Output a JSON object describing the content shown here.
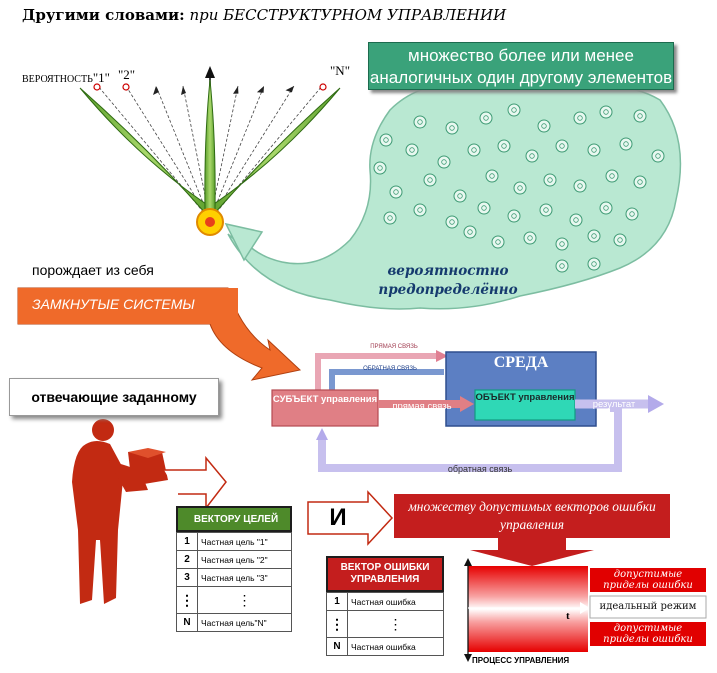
{
  "header": {
    "title_bold": "Другими словами:",
    "title_italic": "при БЕССТРУКТУРНОМ УПРАВЛЕНИИ"
  },
  "fan": {
    "probability_label": "ВЕРОЯТНОСТЬ",
    "p1": "\"1\"",
    "p2": "\"2\"",
    "pN": "\"N\""
  },
  "set_box": "множество более или менее аналогичных один другому элементов",
  "cloud_label": "вероятностно предопределённо",
  "generates_label": "порождает из себя",
  "closed_systems": "ЗАМКНУТЫЕ СИСТЕМЫ",
  "answering": "отвечающие заданному",
  "control": {
    "env": "СРЕДА",
    "subject": "СУБЪЕКТ управления",
    "object": "ОБЪЕКТ управления",
    "direct_top": "ПРЯМАЯ СВЯЗЬ",
    "feedback_top": "ОБРАТНАЯ СВЯЗЬ",
    "direct_mid": "прямая связь",
    "result": "результат",
    "feedback_bottom": "обратная связь"
  },
  "goals": {
    "header": "ВЕКТОРУ ЦЕЛЕЙ",
    "rows": [
      {
        "n": "1",
        "text": "Частная цель \"1\""
      },
      {
        "n": "2",
        "text": "Частная цель \"2\""
      },
      {
        "n": "3",
        "text": "Частная цель \"3\""
      },
      {
        "n": "⋮",
        "text": "⋮"
      },
      {
        "n": "N",
        "text": "Частная цель\"N\""
      }
    ]
  },
  "and_label": "И",
  "errors_title": "множеству допустимых векторов ошибки управления",
  "errors": {
    "header": "ВЕКТОР ОШИБКИ УПРАВЛЕНИЯ",
    "rows": [
      {
        "n": "1",
        "text": "Частная ошибка"
      },
      {
        "n": "⋮",
        "text": "⋮"
      },
      {
        "n": "N",
        "text": "Частная ошибка"
      }
    ]
  },
  "process": {
    "t": "t",
    "axis_label": "ПРОЦЕСС УПРАВЛЕНИЯ",
    "limit_top": "допустимые приделы ошибки",
    "ideal": "идеальный режим",
    "limit_bottom": "допустимые приделы ошибки"
  }
}
